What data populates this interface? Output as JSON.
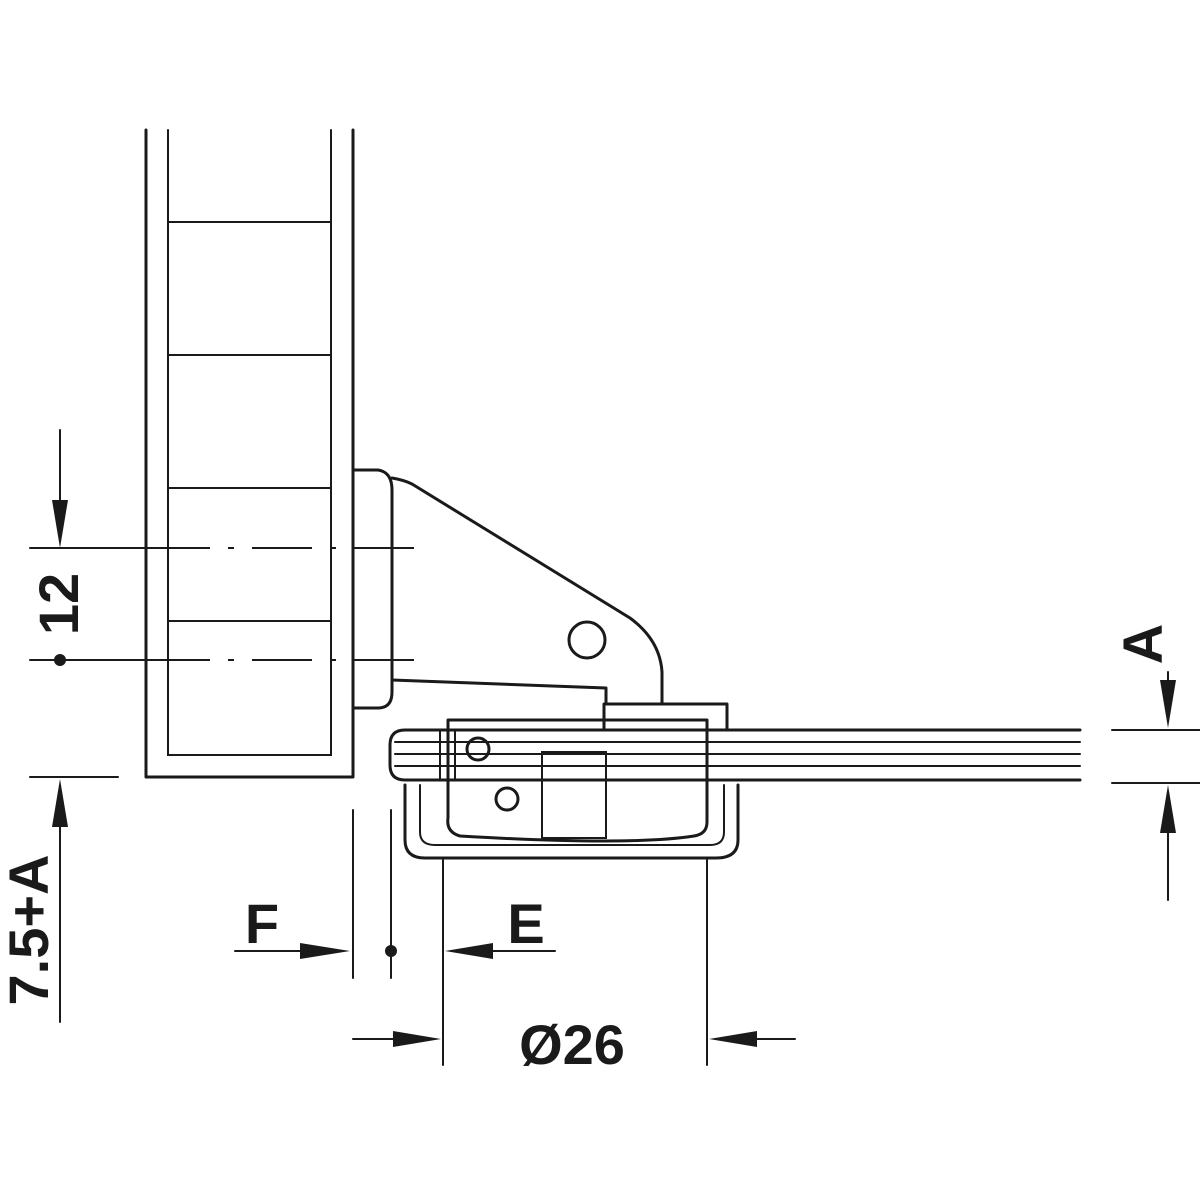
{
  "labels": {
    "dim_12": "12",
    "dim_7_5_a": "7.5+A",
    "dim_a": "A",
    "dim_f": "F",
    "dim_e": "E",
    "dim_26": "Ø26"
  }
}
